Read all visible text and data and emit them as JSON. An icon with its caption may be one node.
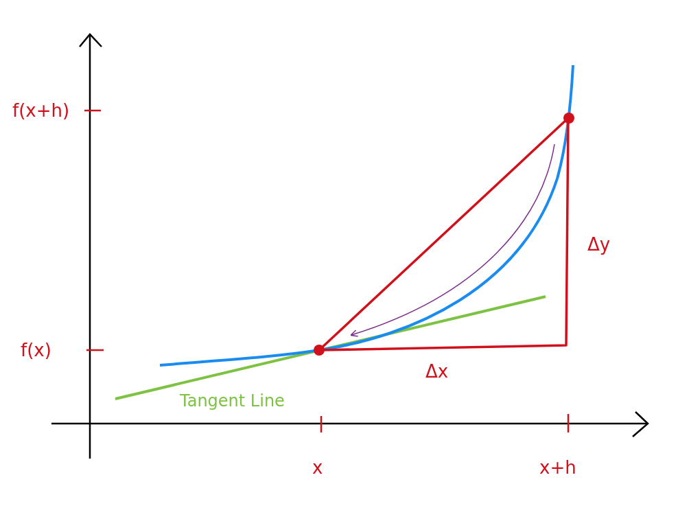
{
  "diagram": {
    "labels": [
      "f(x+h)",
      "f(x)",
      "Δy",
      "Δx",
      "Tangent Line",
      "x",
      "x+h"
    ]
  }
}
